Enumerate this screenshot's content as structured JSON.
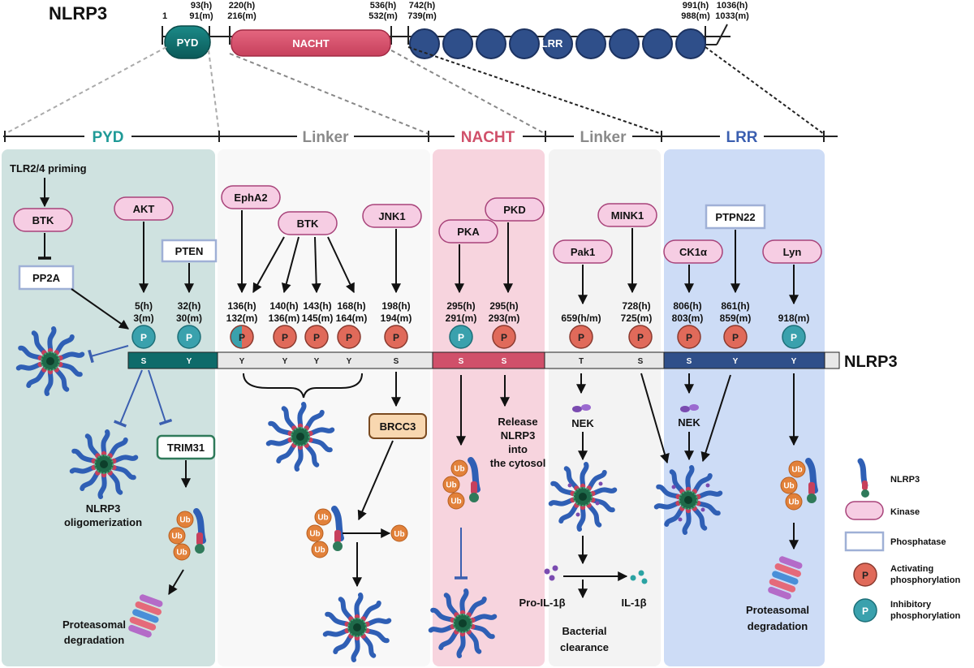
{
  "title": "NLRP3",
  "bar_label": "NLRP3",
  "domain_bar": {
    "pyd": "PYD",
    "nacht": "NACHT",
    "lrr": "LRR",
    "pos_1": "1",
    "pos_pyd_h": "93(h)",
    "pos_pyd_m": "91(m)",
    "pos_nacht_start_h": "220(h)",
    "pos_nacht_start_m": "216(m)",
    "pos_nacht_end_h": "536(h)",
    "pos_nacht_end_m": "532(m)",
    "pos_lrr_start_h": "742(h)",
    "pos_lrr_start_m": "739(m)",
    "pos_lrr_end_h": "991(h)",
    "pos_lrr_end_m": "988(m)",
    "pos_end_h": "1036(h)",
    "pos_end_m": "1033(m)"
  },
  "regions": [
    "PYD",
    "Linker",
    "NACHT",
    "Linker",
    "LRR"
  ],
  "kinases": {
    "btk1": "BTK",
    "akt": "AKT",
    "epha2": "EphA2",
    "btk2": "BTK",
    "jnk1": "JNK1",
    "pka": "PKA",
    "pkd": "PKD",
    "pak1": "Pak1",
    "mink1": "MINK1",
    "ck1a": "CK1α",
    "lyn": "Lyn"
  },
  "phosphatases": {
    "pp2a": "PP2A",
    "pten": "PTEN",
    "ptpn22": "PTPN22"
  },
  "tlr_priming": "TLR2/4 priming",
  "sites": [
    {
      "h": "5(h)",
      "m": "3(m)",
      "aa": "S"
    },
    {
      "h": "32(h)",
      "m": "30(m)",
      "aa": "Y"
    },
    {
      "h": "136(h)",
      "m": "132(m)",
      "aa": "Y"
    },
    {
      "h": "140(h)",
      "m": "136(m)",
      "aa": "Y"
    },
    {
      "h": "143(h)",
      "m": "145(m)",
      "aa": "Y"
    },
    {
      "h": "168(h)",
      "m": "164(m)",
      "aa": "Y"
    },
    {
      "h": "198(h)",
      "m": "194(m)",
      "aa": "S"
    },
    {
      "h": "295(h)",
      "m": "291(m)",
      "aa": "S"
    },
    {
      "h": "295(h)",
      "m": "293(m)",
      "aa": "S"
    },
    {
      "h": "659(h/m)",
      "m": "",
      "aa": "T"
    },
    {
      "h": "728(h)",
      "m": "725(m)",
      "aa": "S"
    },
    {
      "h": "806(h)",
      "m": "803(m)",
      "aa": "S"
    },
    {
      "h": "861(h)",
      "m": "859(m)",
      "aa": "Y"
    },
    {
      "h": "918(m)",
      "m": "",
      "aa": "Y"
    }
  ],
  "phospho_label": "P",
  "ub_label": "Ub",
  "outcomes": {
    "oligomerization_1": "NLRP3",
    "oligomerization_2": "oligomerization",
    "trim31": "TRIM31",
    "brcc3": "BRCC3",
    "release_1": "Release",
    "release_2": "NLRP3",
    "release_3": "into",
    "release_4": "the cytosol",
    "nek": "NEK",
    "pro_il1b": "Pro-IL-1β",
    "il1b": "IL-1β",
    "bacterial_1": "Bacterial",
    "bacterial_2": "clearance",
    "proteasomal_1": "Proteasomal",
    "proteasomal_2": "degradation"
  },
  "legend": {
    "nlrp3": "NLRP3",
    "kinase": "Kinase",
    "phosphatase": "Phosphatase",
    "activating_1": "Activating",
    "activating_2": "phosphorylation",
    "inhibitory_1": "Inhibitory",
    "inhibitory_2": "phosphorylation"
  },
  "colors": {
    "pyd": "#0e6b6a",
    "nacht": "#d0506a",
    "lrr": "#2f4f8a",
    "kinase_fill": "#f6cde3",
    "kinase_stroke": "#a8437a",
    "phosphatase_stroke": "#9fb0d6",
    "activating": "#e06a5a",
    "inhibitory": "#3aa1ad"
  }
}
